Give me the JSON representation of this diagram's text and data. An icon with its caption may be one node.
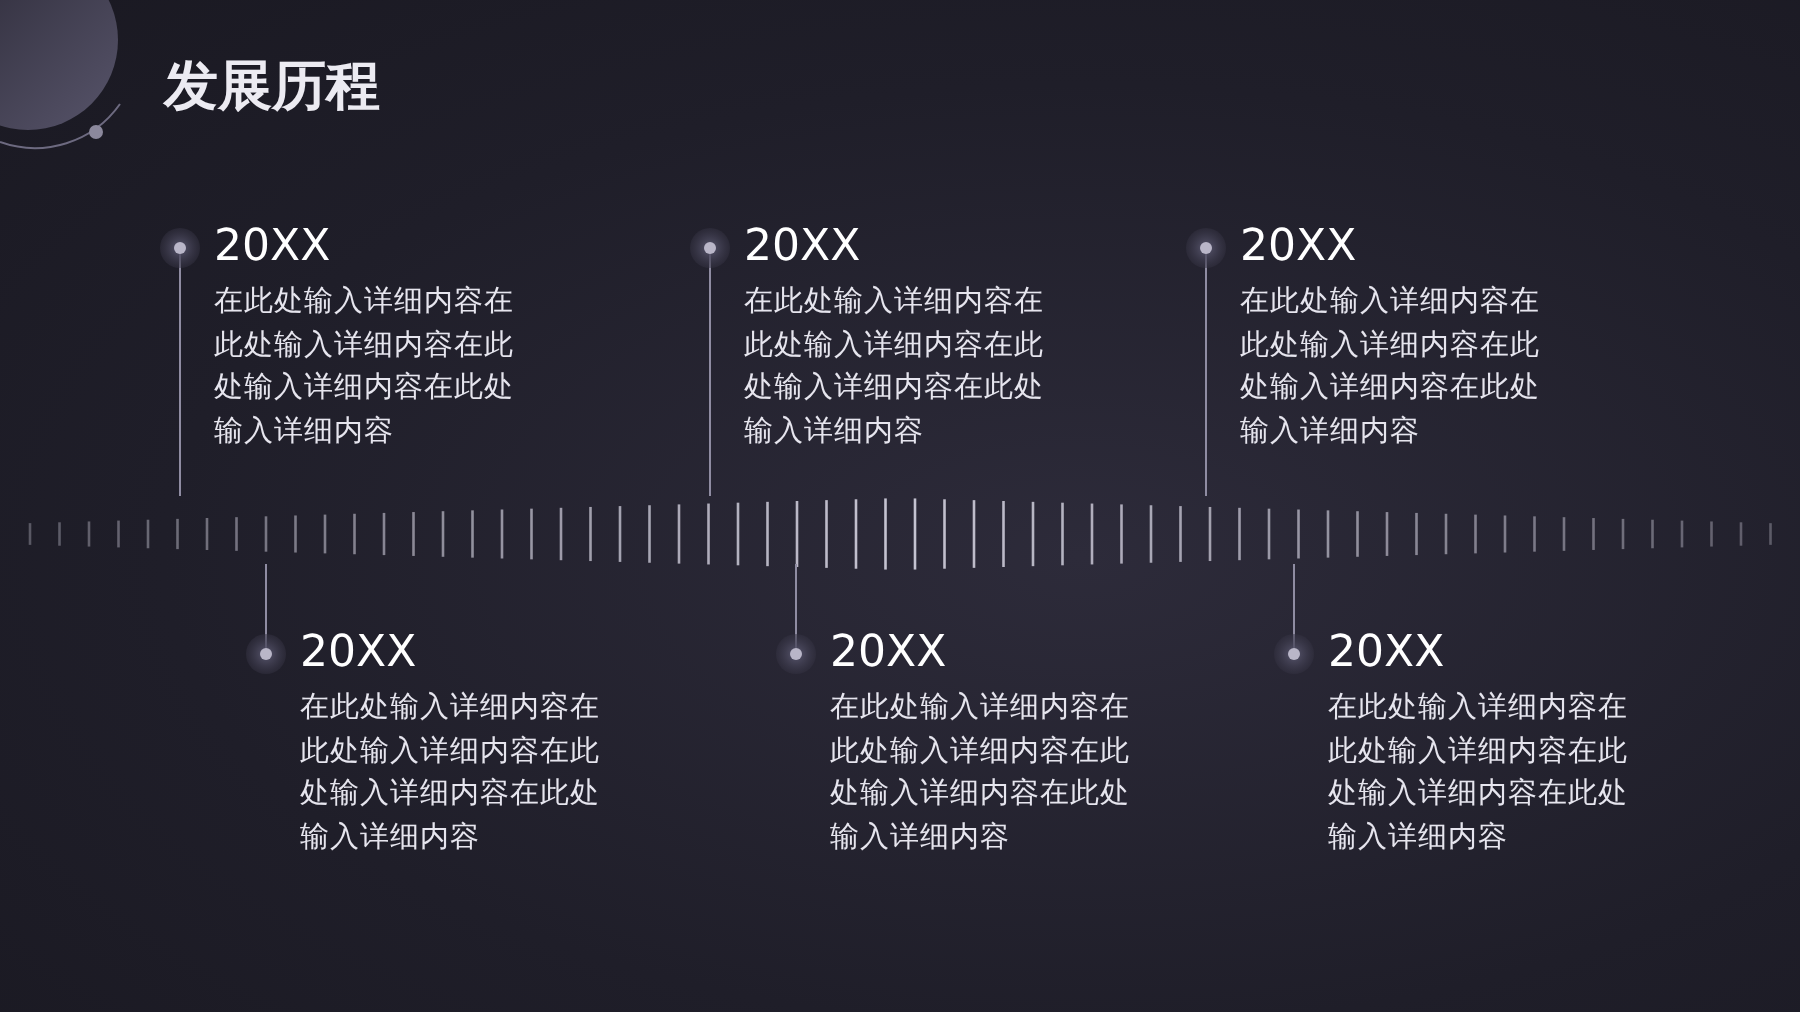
{
  "diagram": {
    "title": "发展历程",
    "nodes": [
      {
        "text": [
          "20XX",
          "在此处输入详细内容在此处输入详细内容在此处输入详细内容在此处输入详细内容"
        ]
      },
      {
        "text": [
          "20XX",
          "在此处输入详细内容在此处输入详细内容在此处输入详细内容在此处输入详细内容"
        ]
      },
      {
        "text": [
          "20XX",
          "在此处输入详细内容在此处输入详细内容在此处输入详细内容在此处输入详细内容"
        ]
      },
      {
        "text": [
          "20XX",
          "在此处输入详细内容在此处输入详细内容在此处输入详细内容在此处输入详细内容"
        ]
      },
      {
        "text": [
          "20XX",
          "在此处输入详细内容在此处输入详细内容在此处输入详细内容在此处输入详细内容"
        ]
      },
      {
        "text": [
          "20XX",
          "在此处输入详细内容在此处输入详细内容在此处输入详细内容在此处输入详细内容"
        ]
      }
    ]
  }
}
